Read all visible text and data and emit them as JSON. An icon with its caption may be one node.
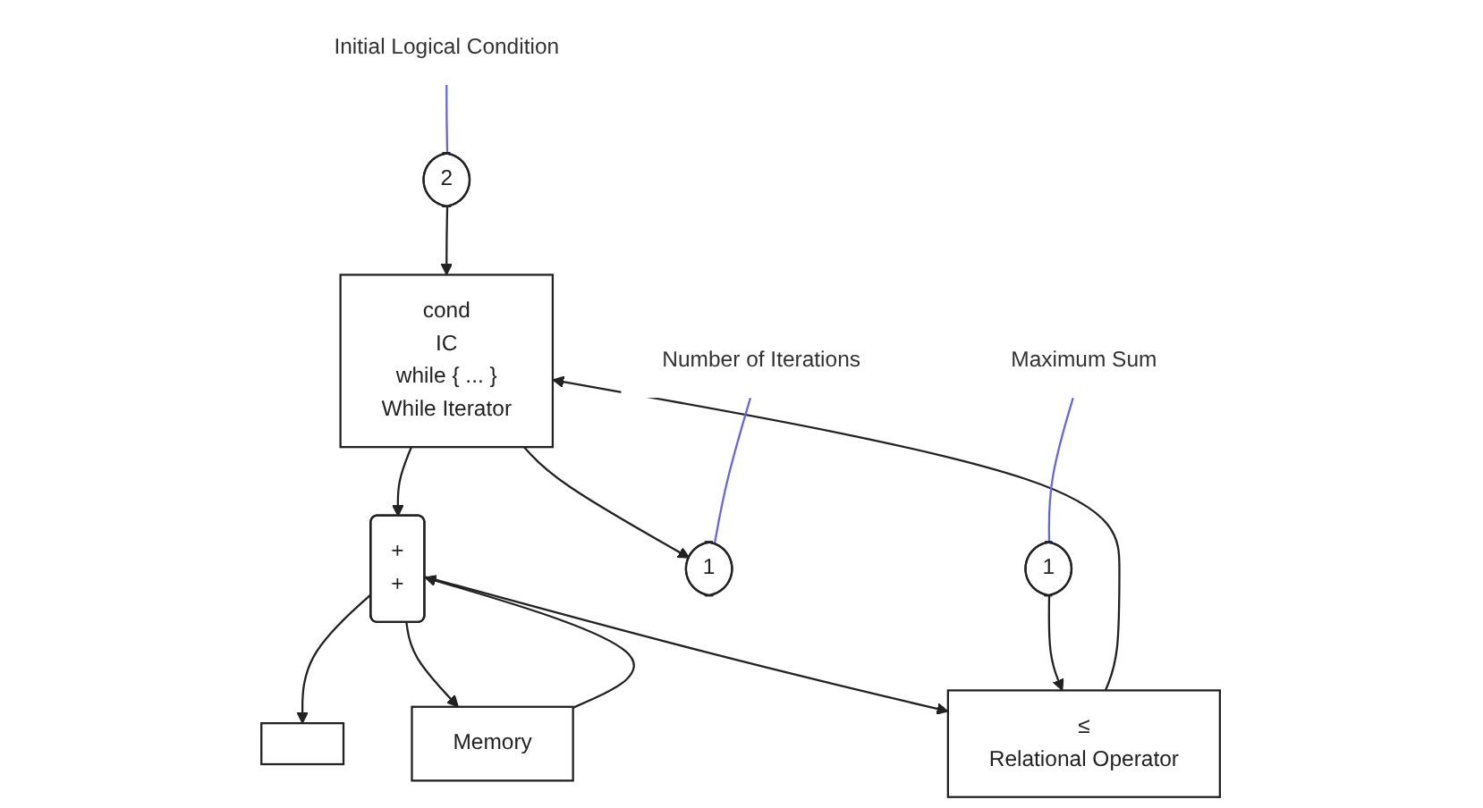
{
  "diagram": {
    "nodes": [
      {
        "text": [
          "2"
        ]
      },
      {
        "text": [
          "Initial Logical Condition"
        ]
      },
      {
        "text": [
          "cond",
          "IC",
          "while { ... }",
          "While Iterator"
        ]
      },
      {
        "text": [
          "+",
          "+"
        ]
      },
      {
        "text": [
          "1"
        ]
      },
      {
        "text": [
          "Number of Iterations"
        ]
      },
      {
        "text": [
          "Memory"
        ]
      },
      {
        "text": [
          "≤",
          "Relational Operator"
        ]
      },
      {
        "text": [
          "1"
        ]
      },
      {
        "text": [
          "Maximum Sum"
        ]
      },
      {
        "text": [],
        "shape": "box"
      }
    ],
    "edges": [
      {
        "from": 0,
        "to": 2,
        "arrow": "to"
      },
      {
        "from": 1,
        "to": 0,
        "arrow": "none",
        "color": "#6666dd"
      },
      {
        "from": 2,
        "to": 4,
        "arrow": "to"
      },
      {
        "from": 2,
        "to": 3,
        "arrow": "to"
      },
      {
        "from": 3,
        "to": 6,
        "arrow": "to"
      },
      {
        "from": 6,
        "to": 3,
        "arrow": "to"
      },
      {
        "from": 3,
        "to": 7,
        "arrow": "to"
      },
      {
        "from": 3,
        "to": 10,
        "arrow": "to"
      },
      {
        "from": 8,
        "to": 7,
        "arrow": "to"
      },
      {
        "from": 7,
        "to": 2,
        "arrow": "to"
      },
      {
        "from": 5,
        "to": 4,
        "arrow": "none",
        "color": "#6666dd"
      },
      {
        "from": 9,
        "to": 8,
        "arrow": "none",
        "color": "#6666dd"
      }
    ]
  }
}
